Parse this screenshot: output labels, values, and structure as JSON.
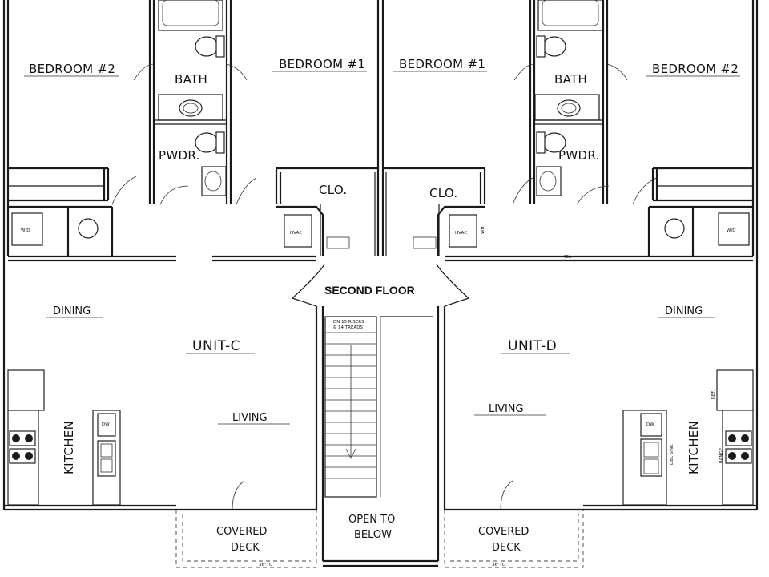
{
  "floor_title": "SECOND FLOOR",
  "units": [
    {
      "name": "UNIT-C",
      "rooms": {
        "bedroom_2": "BEDROOM #2",
        "bath": "BATH",
        "bedroom_1": "BEDROOM #1",
        "powder": "PWDR.",
        "closet": "CLO.",
        "dining": "DINING",
        "living": "LIVING",
        "kitchen": "KITCHEN",
        "deck": [
          "COVERED",
          "DECK"
        ]
      },
      "appliances": {
        "washer_dryer": "W/D",
        "hvac": "HVAC",
        "dishwasher": "DW"
      }
    },
    {
      "name": "UNIT-D",
      "rooms": {
        "bedroom_2": "BEDROOM #2",
        "bath": "BATH",
        "bedroom_1": "BEDROOM #1",
        "powder": "PWDR.",
        "closet": "CLO.",
        "dining": "DINING",
        "living": "LIVING",
        "kitchen": "KITCHEN",
        "deck": [
          "COVERED",
          "DECK"
        ]
      },
      "appliances": {
        "washer_dryer": "W/D",
        "hvac": "HVAC",
        "dishwasher": "DW",
        "range": "RANGE",
        "ref": "REF.",
        "sink": "DBL SINK",
        "wh": "WH",
        "vent": "40x"
      }
    }
  ],
  "stair_note": [
    "DN 15 RISERS",
    "& 14 TREADS"
  ],
  "open_to_below": [
    "OPEN TO",
    "BELOW"
  ],
  "rail_notes": [
    "36\"TO",
    "36\"TO"
  ],
  "colors": {
    "line": "#1a1a1a",
    "background": "#ffffff"
  }
}
